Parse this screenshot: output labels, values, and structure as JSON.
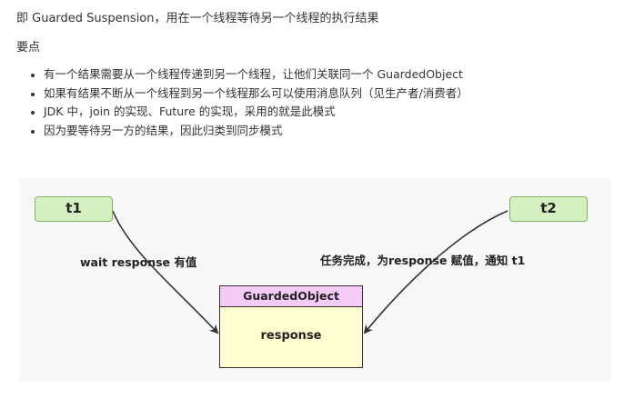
{
  "intro": "即 Guarded Suspension，用在一个线程等待另一个线程的执行结果",
  "section_heading": "要点",
  "points": [
    "有一个结果需要从一个线程传递到另一个线程，让他们关联同一个 GuardedObject",
    "如果有结果不断从一个线程到另一个线程那么可以使用消息队列（见生产者/消费者）",
    "JDK 中，join 的实现、Future 的实现，采用的就是此模式",
    "因为要等待另一方的结果，因此归类到同步模式"
  ],
  "diagram": {
    "thread1": "t1",
    "thread2": "t2",
    "left_label": "wait response 有值",
    "right_label": "任务完成，为response 赋值，通知 t1",
    "object_title": "GuardedObject",
    "object_field": "response",
    "colors": {
      "thread_fill": "#d5f0c0",
      "thread_border": "#82b366",
      "object_header": "#f5caf7",
      "object_body": "#fffed0",
      "background": "#f7f7f7"
    }
  }
}
